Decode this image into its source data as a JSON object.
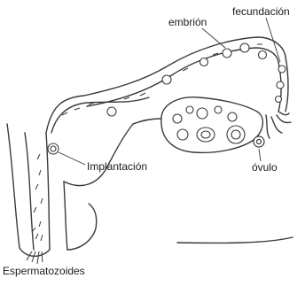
{
  "labels": {
    "embrion": "embrión",
    "fecundacion": "fecundación",
    "implantacion": "Implantación",
    "ovulo": "óvulo",
    "espermatozoides": "Espermatozoides"
  },
  "colors": {
    "stroke": "#3a3a3a",
    "fill": "#ffffff",
    "background": "#ffffff"
  }
}
